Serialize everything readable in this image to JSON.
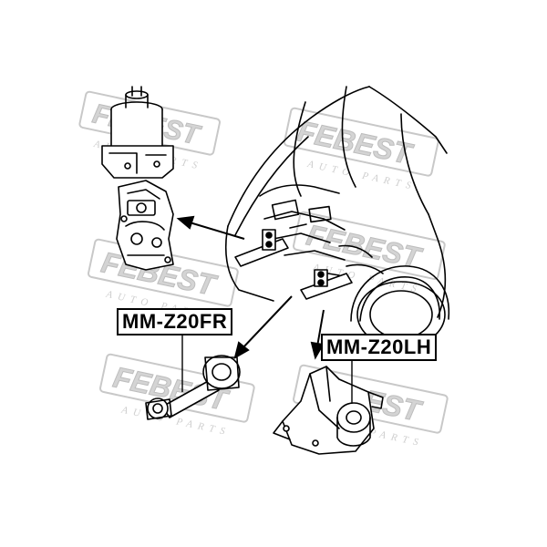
{
  "watermark": {
    "brand": "FEBEST",
    "tagline": "AUTO PARTS"
  },
  "parts": {
    "front_right": {
      "code": "MM-Z20FR"
    },
    "left": {
      "code": "MM-Z20LH"
    }
  },
  "colors": {
    "line": "#000000",
    "watermark": "#c8c8c8",
    "background": "#ffffff"
  }
}
